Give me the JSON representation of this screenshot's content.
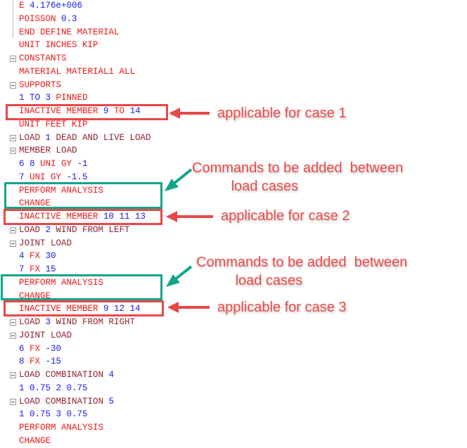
{
  "lines": [
    {
      "seg": [
        [
          "E ",
          "k"
        ],
        [
          "4.176e+006",
          "n"
        ]
      ]
    },
    {
      "seg": [
        [
          "POISSON ",
          "k"
        ],
        [
          "0.3",
          "n"
        ]
      ]
    },
    {
      "seg": [
        [
          "END DEFINE MATERIAL",
          "k"
        ]
      ]
    },
    {
      "seg": [
        [
          "UNIT INCHES KIP",
          "k"
        ]
      ]
    },
    {
      "seg": [
        [
          "CONSTANTS",
          "k"
        ]
      ],
      "toggle": true
    },
    {
      "seg": [
        [
          "MATERIAL MATERIAL1 ALL",
          "k"
        ]
      ]
    },
    {
      "seg": [
        [
          "SUPPORTS",
          "k"
        ]
      ],
      "toggle": true
    },
    {
      "seg": [
        [
          "1 TO 3 ",
          "n"
        ],
        [
          "PINNED",
          "k"
        ]
      ]
    },
    {
      "seg": [
        [
          "INACTIVE MEMBER ",
          "k"
        ],
        [
          "9 ",
          "n"
        ],
        [
          "TO ",
          "k"
        ],
        [
          "14",
          "n"
        ]
      ]
    },
    {
      "seg": [
        [
          "UNIT FEET KIP",
          "k"
        ]
      ]
    },
    {
      "seg": [
        [
          "LOAD ",
          "t"
        ],
        [
          "1 ",
          "n"
        ],
        [
          "DEAD AND LIVE LOAD",
          "t"
        ]
      ],
      "toggle": true
    },
    {
      "seg": [
        [
          "MEMBER LOAD",
          "t"
        ]
      ],
      "toggle": true
    },
    {
      "seg": [
        [
          "6 8 ",
          "n"
        ],
        [
          "UNI GY ",
          "k"
        ],
        [
          "-1",
          "n"
        ]
      ]
    },
    {
      "seg": [
        [
          "7 ",
          "n"
        ],
        [
          "UNI GY ",
          "k"
        ],
        [
          "-1.5",
          "n"
        ]
      ]
    },
    {
      "seg": [
        [
          "PERFORM ANALYSIS",
          "k"
        ]
      ]
    },
    {
      "seg": [
        [
          "CHANGE",
          "k"
        ]
      ]
    },
    {
      "seg": [
        [
          "INACTIVE MEMBER ",
          "k"
        ],
        [
          "10 11 13",
          "n"
        ]
      ]
    },
    {
      "seg": [
        [
          "LOAD ",
          "t"
        ],
        [
          "2 ",
          "n"
        ],
        [
          "WIND FROM LEFT",
          "t"
        ]
      ],
      "toggle": true
    },
    {
      "seg": [
        [
          "JOINT LOAD",
          "t"
        ]
      ],
      "toggle": true
    },
    {
      "seg": [
        [
          "4 ",
          "n"
        ],
        [
          "FX ",
          "k"
        ],
        [
          "30",
          "n"
        ]
      ]
    },
    {
      "seg": [
        [
          "7 ",
          "n"
        ],
        [
          "FX ",
          "k"
        ],
        [
          "15",
          "n"
        ]
      ]
    },
    {
      "seg": [
        [
          "PERFORM ANALYSIS",
          "k"
        ]
      ]
    },
    {
      "seg": [
        [
          "CHANGE",
          "k"
        ]
      ]
    },
    {
      "seg": [
        [
          "INACTIVE MEMBER ",
          "k"
        ],
        [
          "9 12 14",
          "n"
        ]
      ]
    },
    {
      "seg": [
        [
          "LOAD ",
          "t"
        ],
        [
          "3 ",
          "n"
        ],
        [
          "WIND FROM RIGHT",
          "t"
        ]
      ],
      "toggle": true
    },
    {
      "seg": [
        [
          "JOINT LOAD",
          "t"
        ]
      ],
      "toggle": true
    },
    {
      "seg": [
        [
          "6 ",
          "n"
        ],
        [
          "FX ",
          "k"
        ],
        [
          "-30",
          "n"
        ]
      ]
    },
    {
      "seg": [
        [
          "8 ",
          "n"
        ],
        [
          "FX ",
          "k"
        ],
        [
          "-15",
          "n"
        ]
      ]
    },
    {
      "seg": [
        [
          "LOAD COMBINATION ",
          "t"
        ],
        [
          "4",
          "n"
        ]
      ],
      "toggle": true
    },
    {
      "seg": [
        [
          "1 0.75 2 0.75",
          "n"
        ]
      ]
    },
    {
      "seg": [
        [
          "LOAD COMBINATION ",
          "t"
        ],
        [
          "5",
          "n"
        ]
      ],
      "toggle": true
    },
    {
      "seg": [
        [
          "1 0.75 3 0.75",
          "n"
        ]
      ]
    },
    {
      "seg": [
        [
          "PERFORM ANALYSIS",
          "k"
        ]
      ]
    },
    {
      "seg": [
        [
          "CHANGE",
          "k"
        ]
      ]
    }
  ],
  "annotations": {
    "case1": "applicable for case 1",
    "case2": "applicable for case 2",
    "case3": "applicable for case 3",
    "between1": "Commands to be added  between\n          load cases",
    "between2": "Commands to be added  between\n          load cases"
  },
  "colors": {
    "keyword": "#f01818",
    "number": "#1a1aee",
    "title": "#8e2230",
    "red_box": "#e84848",
    "teal_box": "#13a58a"
  }
}
